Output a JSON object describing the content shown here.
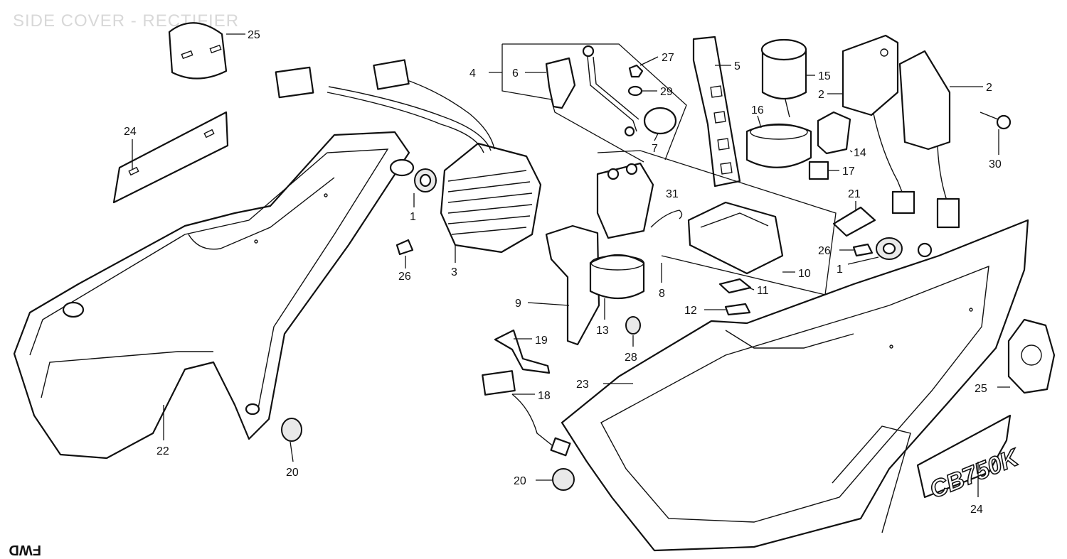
{
  "title": "SIDE COVER - RECTIFIER",
  "corner_mark": "FWD",
  "emblem_text": "CB750K",
  "callouts": {
    "c25a": "25",
    "c24a": "24",
    "c1a": "1",
    "c26a": "26",
    "c3": "3",
    "c22": "22",
    "c20a": "20",
    "c4": "4",
    "c6": "6",
    "c27": "27",
    "c29": "29",
    "c7": "7",
    "c5": "5",
    "c15": "15",
    "c16": "16",
    "c2a": "2",
    "c2b": "2",
    "c30": "30",
    "c14": "14",
    "c17": "17",
    "c31": "31",
    "c21": "21",
    "c26b": "26",
    "c1b": "1",
    "c10": "10",
    "c11": "11",
    "c8": "8",
    "c9": "9",
    "c13": "13",
    "c12": "12",
    "c28": "28",
    "c19": "19",
    "c23": "23",
    "c18": "18",
    "c20b": "20",
    "c25b": "25",
    "c24b": "24"
  }
}
